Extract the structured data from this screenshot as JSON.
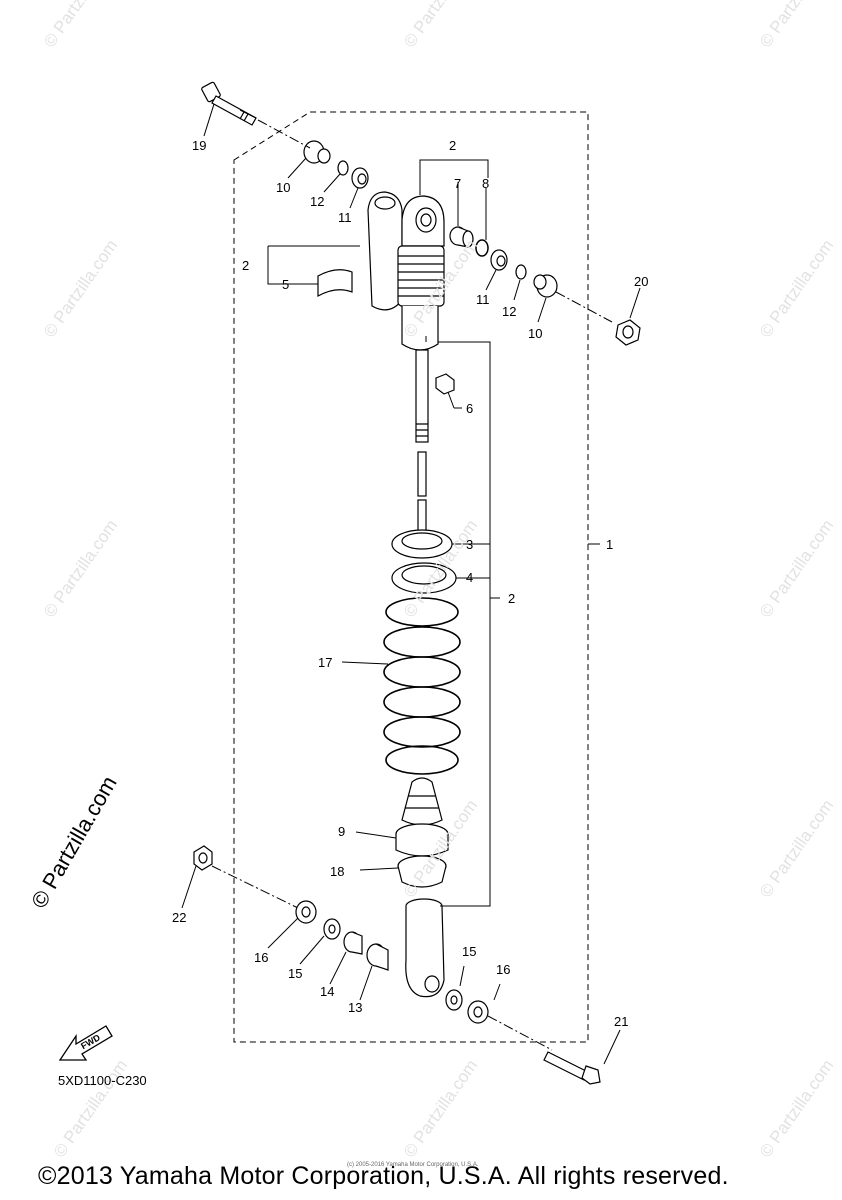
{
  "diagram_code": "5XD1100-C230",
  "copyright": "©2013 Yamaha Motor Corporation, U.S.A. All rights reserved.",
  "micro_copyright": "(c) 2005-2016 Yamaha Motor Corporation, U.S.A.",
  "watermark": "© Partzilla.com",
  "fwd_label": "FWD",
  "callouts": {
    "c19": "19",
    "c10a": "10",
    "c12a": "12",
    "c11a": "11",
    "c2top": "2",
    "c7": "7",
    "c8": "8",
    "c2left": "2",
    "c5": "5",
    "c11b": "11",
    "c12b": "12",
    "c10b": "10",
    "c20": "20",
    "c6": "6",
    "c3": "3",
    "c4": "4",
    "c2mid": "2",
    "c1": "1",
    "c17": "17",
    "c9": "9",
    "c18": "18",
    "c22": "22",
    "c16a": "16",
    "c15a": "15",
    "c14": "14",
    "c13": "13",
    "c15b": "15",
    "c16b": "16",
    "c21": "21"
  }
}
